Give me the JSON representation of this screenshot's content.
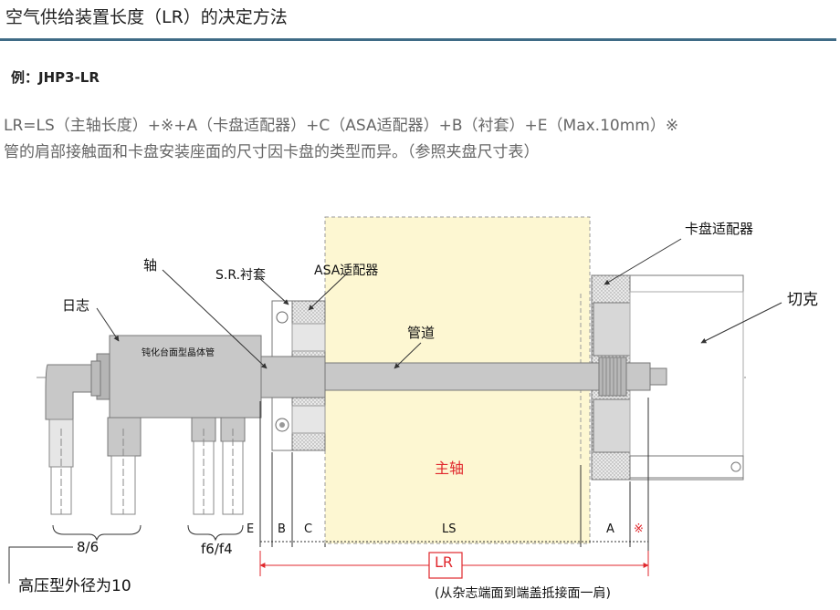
{
  "header": {
    "title": "空气供给装置长度（LR）的决定方法"
  },
  "example": {
    "text": "例：JHP3-LR"
  },
  "description": {
    "line1": "LR=LS（主轴长度）+※+A（卡盘适配器）+C（ASA适配器）+B（衬套）+E（Max.10mm）※",
    "line2": "管的肩部接触面和卡盘安装座面的尺寸因卡盘的类型而异。（参照夹盘尺寸表）"
  },
  "diagram": {
    "labels": {
      "shaft": "轴",
      "sr_bushing": "S.R.衬套",
      "asa_adapter": "ASA适配器",
      "chuck_adapter": "卡盘适配器",
      "logo": "日志",
      "housing": "钝化台面型晶体管",
      "pipe": "管道",
      "cutter": "切克",
      "spindle": "主轴",
      "dim_e": "E",
      "dim_b": "B",
      "dim_c": "C",
      "dim_ls": "LS",
      "dim_a": "A",
      "dim_mark": "※",
      "tube_left": "8/6",
      "tube_right": "f6/f4",
      "high_pressure": "高压型外径为10",
      "lr": "LR",
      "lr_note": "(从杂志端面到端盖抵接面一肩)"
    },
    "colors": {
      "spindle_fill": "#fdf7d2",
      "accent_red": "#e0272c",
      "part_gray": "#c8c8c8",
      "dark_gray": "#8c8c8c"
    }
  }
}
